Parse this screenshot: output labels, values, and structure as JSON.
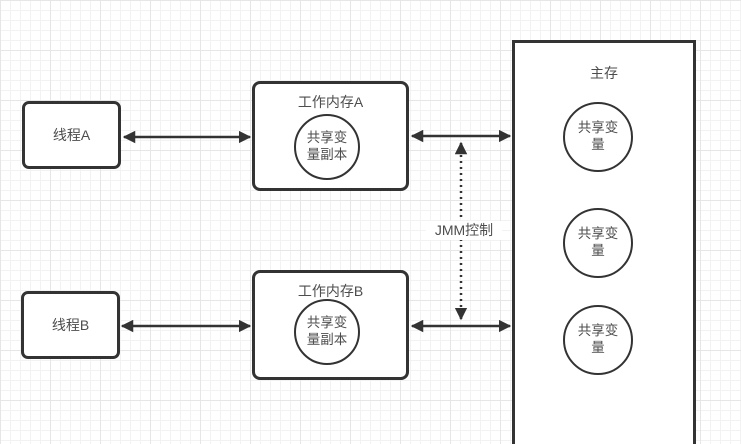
{
  "colors": {
    "line": "#333333",
    "text": "#4d4d4d",
    "canvas": "#ffffff",
    "grid-minor": "#f2f2f2",
    "grid-major": "#e6e6e6"
  },
  "nodes": {
    "thread_a": {
      "label": "线程A"
    },
    "thread_b": {
      "label": "线程B"
    },
    "working_memory_a": {
      "title": "工作内存A",
      "copy": {
        "lines": [
          "共享变",
          "量副本"
        ]
      }
    },
    "working_memory_b": {
      "title": "工作内存B",
      "copy": {
        "lines": [
          "共享变",
          "量副本"
        ]
      }
    },
    "main_memory": {
      "title": "主存",
      "variables": [
        {
          "lines": [
            "共享变",
            "量"
          ]
        },
        {
          "lines": [
            "共享变",
            "量"
          ]
        },
        {
          "lines": [
            "共享变",
            "量"
          ]
        }
      ]
    }
  },
  "edges": {
    "jmm_control_label": "JMM控制"
  }
}
